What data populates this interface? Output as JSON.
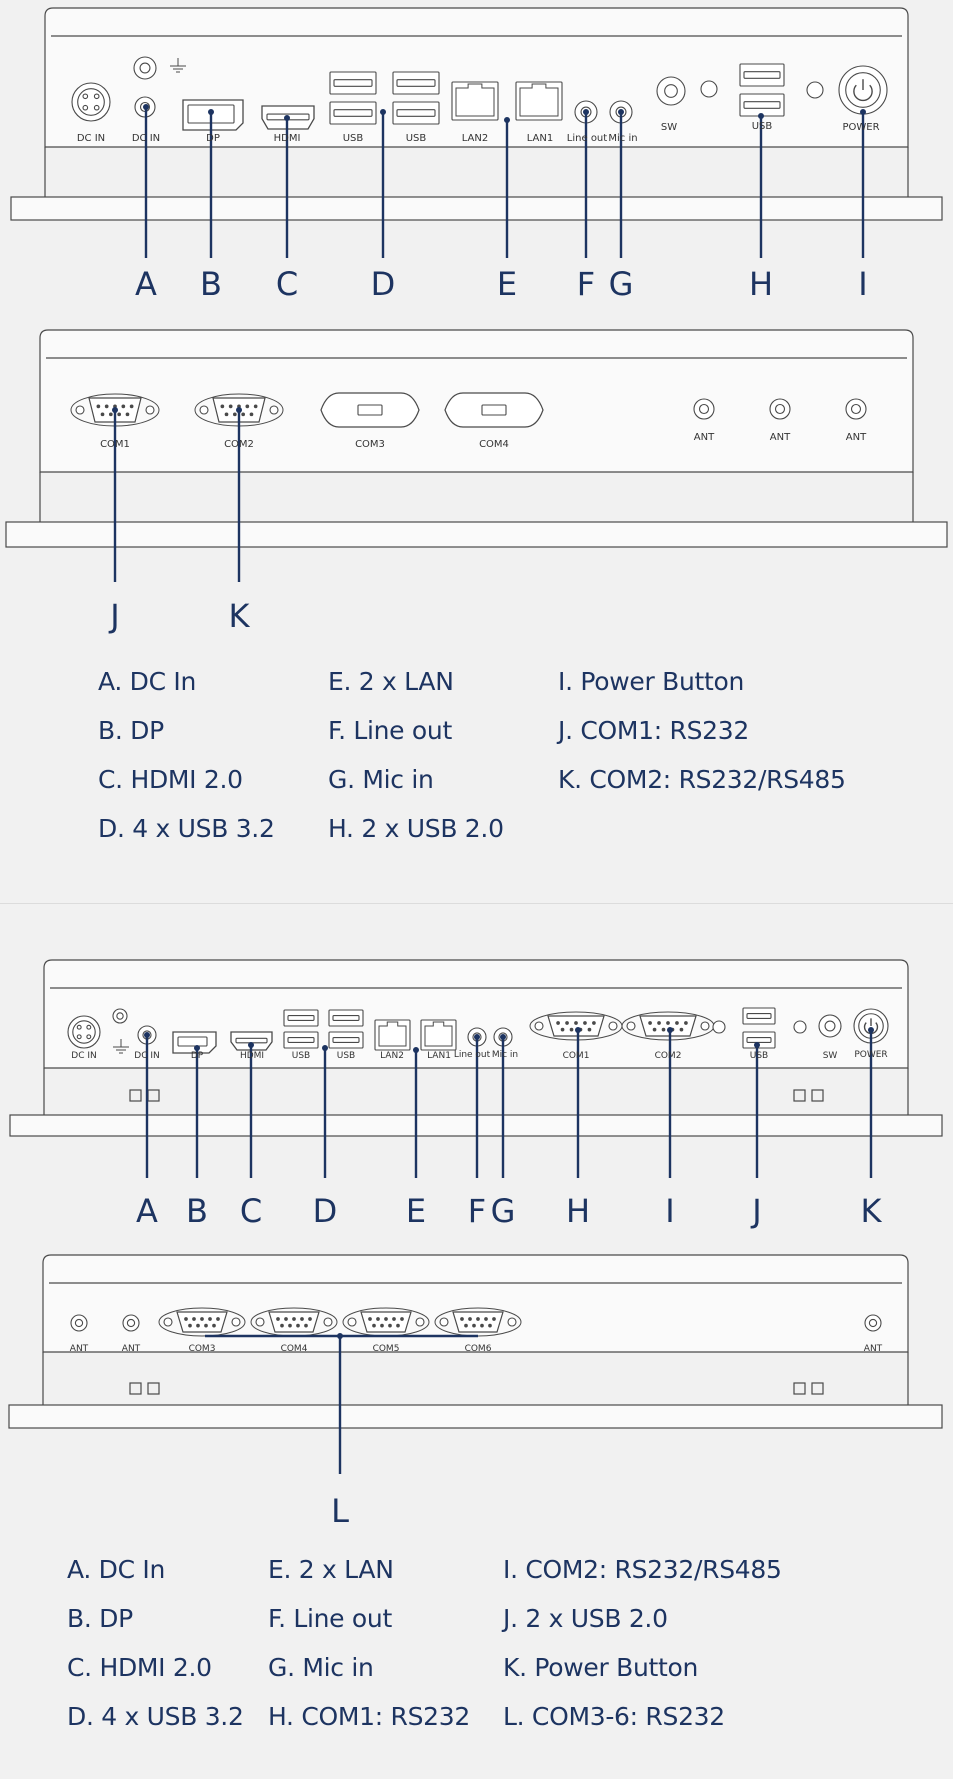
{
  "diagram1": {
    "top_panel_labels": [
      "DC IN",
      "DC IN",
      "DP",
      "HDMI",
      "USB",
      "USB",
      "LAN2",
      "LAN1",
      "Line out",
      "Mic in",
      "SW",
      "USB",
      "POWER"
    ],
    "bottom_panel_labels": [
      "COM1",
      "COM2",
      "COM3",
      "COM4",
      "ANT",
      "ANT",
      "ANT"
    ],
    "callouts": [
      "A",
      "B",
      "C",
      "D",
      "E",
      "F",
      "G",
      "H",
      "I",
      "J",
      "K"
    ],
    "legend_columns": [
      [
        "A. DC In",
        "B. DP",
        "C. HDMI 2.0",
        "D. 4 x USB 3.2"
      ],
      [
        "E. 2 x LAN",
        "F. Line out",
        "G. Mic in",
        "H. 2 x USB 2.0"
      ],
      [
        "I. Power Button",
        "J. COM1: RS232",
        "K. COM2: RS232/RS485"
      ]
    ]
  },
  "diagram2": {
    "top_panel_labels": [
      "DC IN",
      "DC IN",
      "DP",
      "HDMI",
      "USB",
      "USB",
      "LAN2",
      "LAN1",
      "Line out",
      "Mic in",
      "COM1",
      "COM2",
      "USB",
      "SW",
      "POWER"
    ],
    "bottom_panel_labels": [
      "ANT",
      "ANT",
      "COM3",
      "COM4",
      "COM5",
      "COM6",
      "ANT"
    ],
    "callouts": [
      "A",
      "B",
      "C",
      "D",
      "E",
      "F",
      "G",
      "H",
      "I",
      "J",
      "K",
      "L"
    ],
    "legend_columns": [
      [
        "A. DC In",
        "B. DP",
        "C. HDMI 2.0",
        "D. 4 x USB 3.2"
      ],
      [
        "E. 2 x LAN",
        "F. Line out",
        "G. Mic in",
        "H. COM1: RS232"
      ],
      [
        "I. COM2: RS232/RS485",
        "J. 2 x USB 2.0",
        "K. Power Button",
        "L. COM3-6: RS232"
      ]
    ]
  },
  "colors": {
    "accent": "#1d3461",
    "outline": "#4a4a4a",
    "panel_fill": "#ececec"
  }
}
